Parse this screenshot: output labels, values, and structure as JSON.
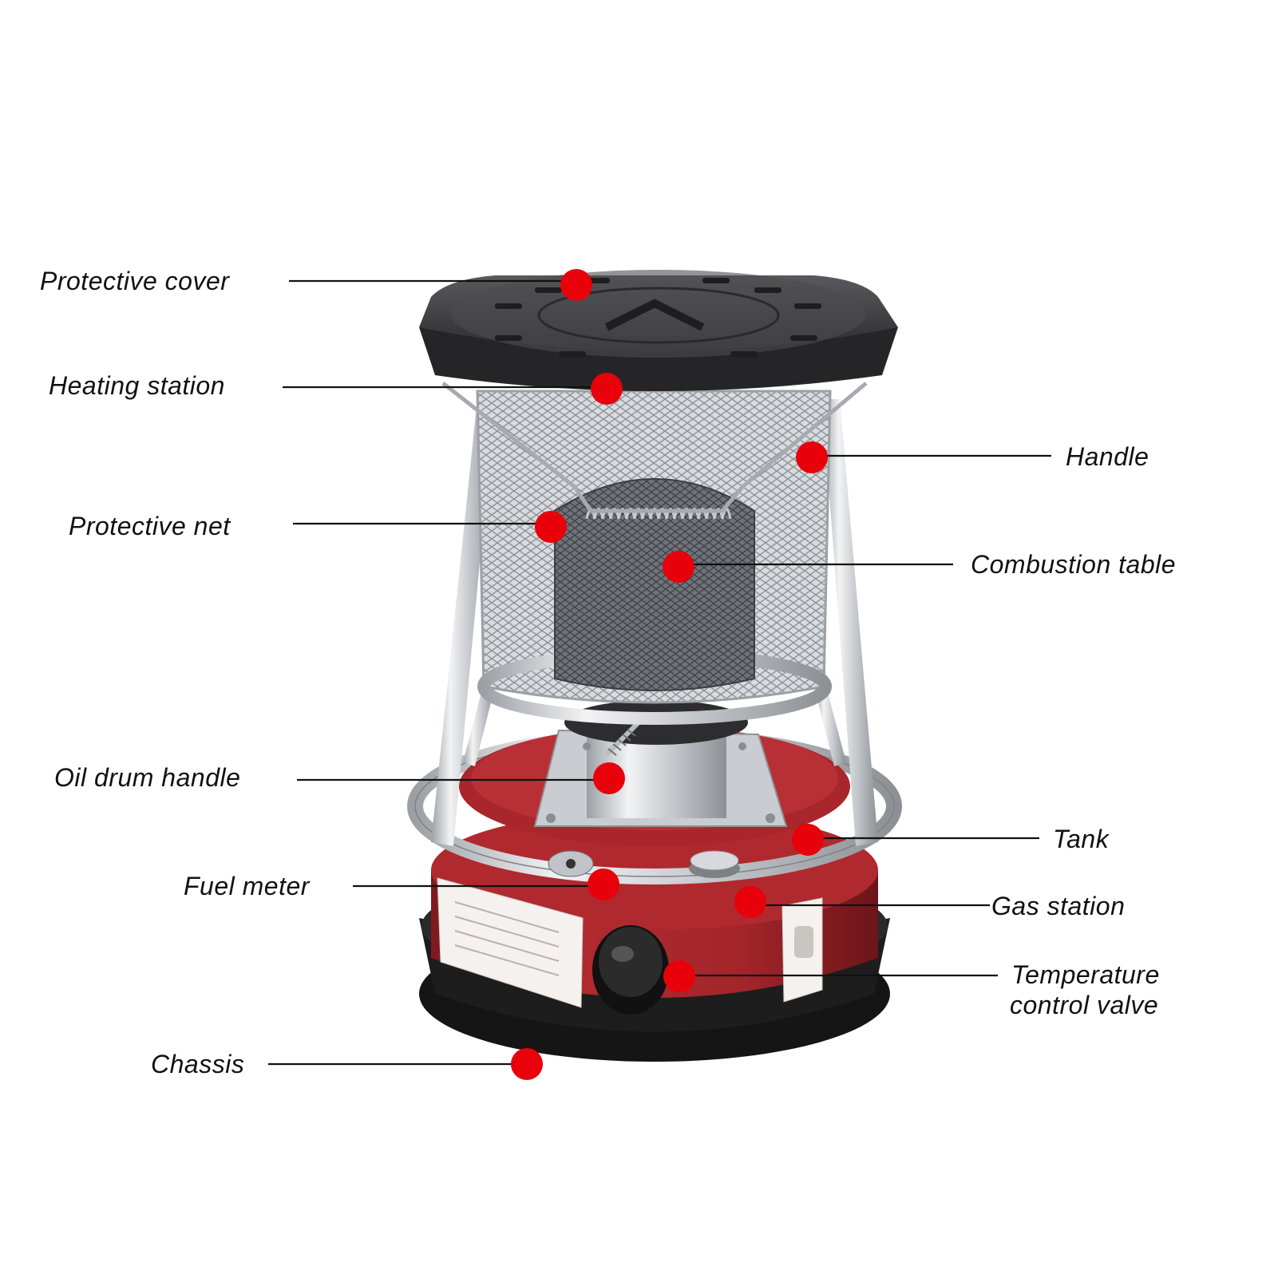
{
  "colors": {
    "marker": "#e8000a",
    "lid": "#4a4a4d",
    "tank": "#a4242a",
    "base": "#1a1a1a",
    "chrome": "#cfd2d6",
    "mesh": "#9a9ea4"
  },
  "labels": {
    "protective_cover": "Protective cover",
    "heating_station": "Heating station",
    "protective_net": "Protective net",
    "oil_drum_handle": "Oil drum handle",
    "fuel_meter": "Fuel meter",
    "chassis": "Chassis",
    "handle": "Handle",
    "combustion_table": "Combustion table",
    "tank": "Tank",
    "gas_station": "Gas station",
    "temperature_control_valve_line1": "Temperature",
    "temperature_control_valve_line2": "control valve"
  }
}
